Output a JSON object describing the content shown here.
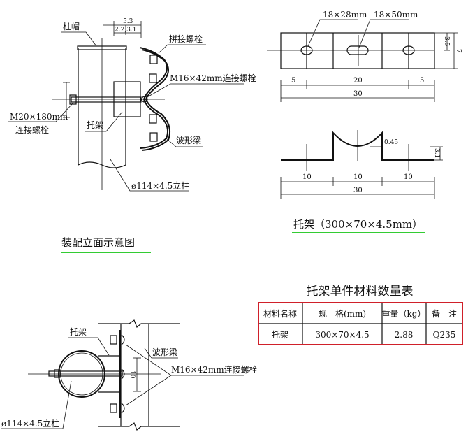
{
  "elevation": {
    "title": "装配立面示意图",
    "labels": {
      "cap": "柱帽",
      "splice_bolt": "拼接螺栓",
      "conn_bolt": "M16×42mm连接螺栓",
      "bracket": "托架",
      "beam": "波形梁",
      "post": "ø114×4.5立柱",
      "long_bolt_1": "M20×180mm",
      "long_bolt_2": "连接螺栓"
    },
    "dims": {
      "total": "5.3",
      "parts": "2.2,3.1"
    }
  },
  "bracket_detail": {
    "title": "托架（300×70×4.5mm）",
    "hole_round": "18×28mm",
    "hole_slot": "18×50mm",
    "dims_top": [
      "5",
      "20",
      "5"
    ],
    "dims_top_total": "30",
    "height_half": "3.5",
    "height": "7",
    "dims_side": [
      "10",
      "10",
      "10"
    ],
    "dims_side_total": "30",
    "thickness": "0.45",
    "depth": "3.1"
  },
  "plan": {
    "labels": {
      "bracket": "托架",
      "beam": "波形梁",
      "conn_bolt": "M16×42mm连接螺栓",
      "post": "ø114×4.5立柱"
    },
    "dim": "10"
  },
  "table": {
    "title": "托架单件材料数量表",
    "headers": [
      "材料名称",
      "规　格(mm)",
      "重量（kg）",
      "备　注"
    ],
    "rows": [
      [
        "托架",
        "300×70×4.5",
        "2.88",
        "Q235"
      ]
    ],
    "border_color": "#d0202a"
  },
  "colors": {
    "underline": "#33cc33"
  }
}
